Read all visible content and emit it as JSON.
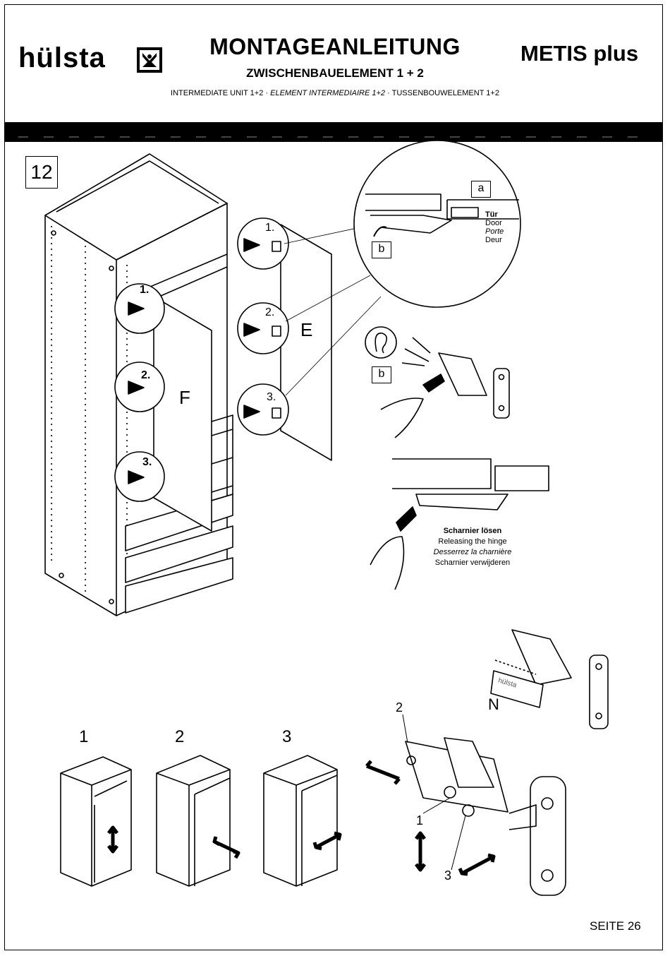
{
  "header": {
    "brand": "hülsta",
    "title": "MONTAGEANLEITUNG",
    "subtitle": "ZWISCHENBAUELEMENT 1 + 2",
    "product": "METIS plus",
    "translations": {
      "en": "INTERMEDIATE UNIT 1+2",
      "fr": "ELEMENT INTERMEDIAIRE 1+2",
      "nl": "TUSSENBOUWELEMENT 1+2",
      "sep": "·"
    }
  },
  "step": "12",
  "detail": {
    "callout_a": "a",
    "callout_b": "b",
    "door_labels": [
      "Tür",
      "Door",
      "Porte",
      "Deur"
    ],
    "hinge_markers": [
      "1.",
      "2.",
      "3."
    ],
    "door_left": "F",
    "door_right": "E",
    "sound_label": "b"
  },
  "release": {
    "title": "Scharnier lösen",
    "en": "Releasing the hinge",
    "fr": "Desserrez la charnière",
    "nl": "Scharnier verwijderen"
  },
  "adjust": {
    "cover_label": "N",
    "cover_text": "hülsta",
    "screws": [
      "2",
      "1",
      "3"
    ],
    "views": [
      "1",
      "2",
      "3"
    ]
  },
  "footer": {
    "page": "SEITE 26"
  }
}
